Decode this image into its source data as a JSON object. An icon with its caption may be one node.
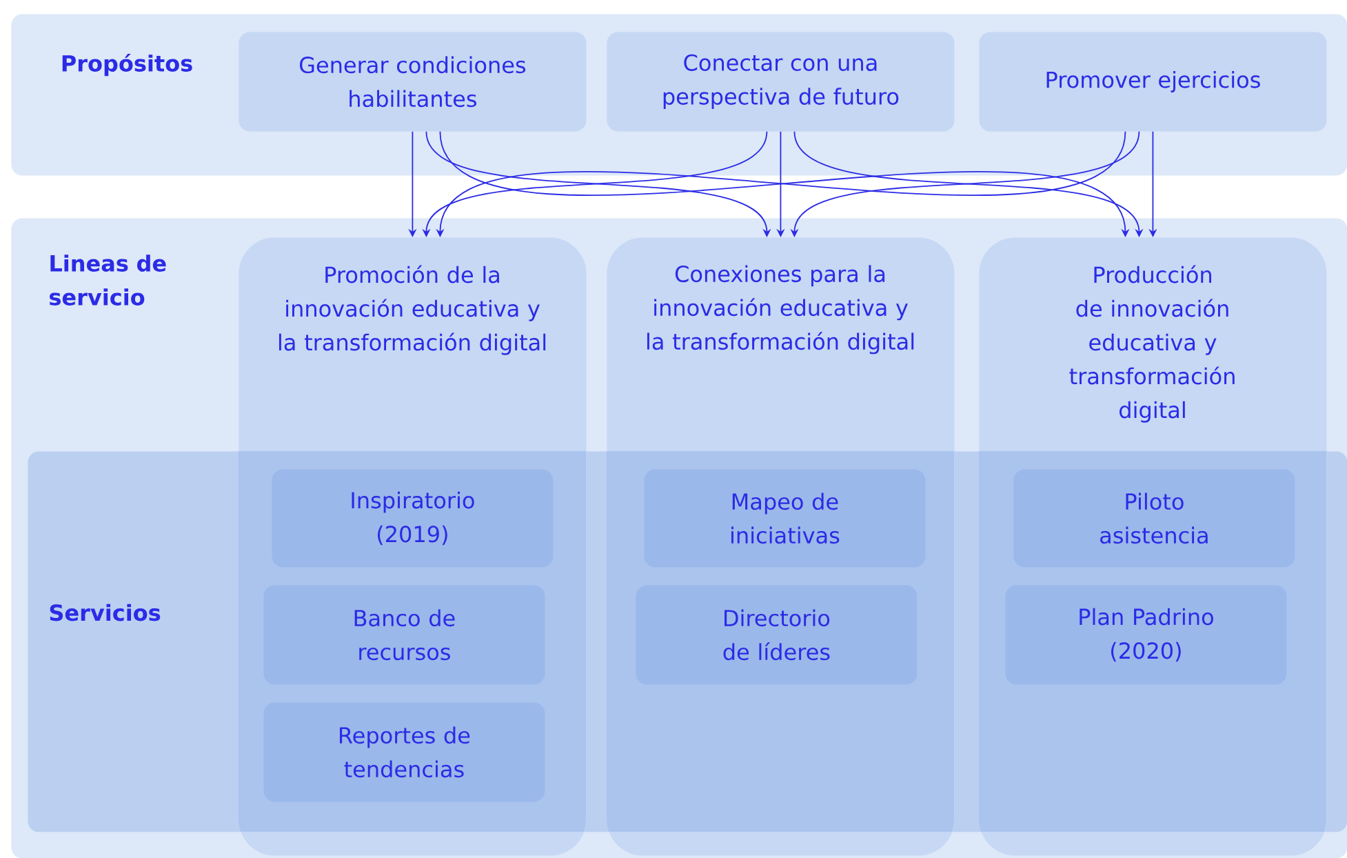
{
  "diagram": {
    "nodes": [
      {
        "text": [
          "Propósitos"
        ]
      },
      {
        "text": [
          "Generar condiciones habilitantes"
        ],
        "in": 0
      },
      {
        "text": [
          "Conectar con una perspectiva de futuro"
        ],
        "in": 0
      },
      {
        "text": [
          "Promover ejercicios"
        ],
        "in": 0
      },
      {
        "text": [
          "Lineas de servicio"
        ]
      },
      {
        "text": [
          "Promoción de la innovación educativa y la transformación digital"
        ],
        "in": 4
      },
      {
        "text": [
          "Conexiones para la innovación educativa y la transformación digital"
        ],
        "in": 4
      },
      {
        "text": [
          "Producción de innovación educativa y transformación digital"
        ],
        "in": 4
      },
      {
        "text": [
          "Servicios"
        ],
        "in": 4
      },
      {
        "text": [
          "Inspiratorio (2019)"
        ]
      },
      {
        "text": [
          "Banco de recursos"
        ]
      },
      {
        "text": [
          "Reportes de tendencias"
        ]
      },
      {
        "text": [
          "Mapeo de iniciativas"
        ]
      },
      {
        "text": [
          "Directorio de líderes"
        ]
      },
      {
        "text": [
          "Piloto asistencia"
        ]
      },
      {
        "text": [
          "Plan Padrino (2020)"
        ]
      }
    ],
    "edges": [
      {
        "from": 1,
        "to": 5,
        "arrow": "to"
      },
      {
        "from": 1,
        "to": 6,
        "arrow": "to"
      },
      {
        "from": 1,
        "to": 7,
        "arrow": "to"
      },
      {
        "from": 2,
        "to": 5,
        "arrow": "to"
      },
      {
        "from": 2,
        "to": 6,
        "arrow": "to"
      },
      {
        "from": 2,
        "to": 7,
        "arrow": "to"
      },
      {
        "from": 3,
        "to": 5,
        "arrow": "to"
      },
      {
        "from": 3,
        "to": 6,
        "arrow": "to"
      },
      {
        "from": 3,
        "to": 7,
        "arrow": "to"
      }
    ]
  }
}
